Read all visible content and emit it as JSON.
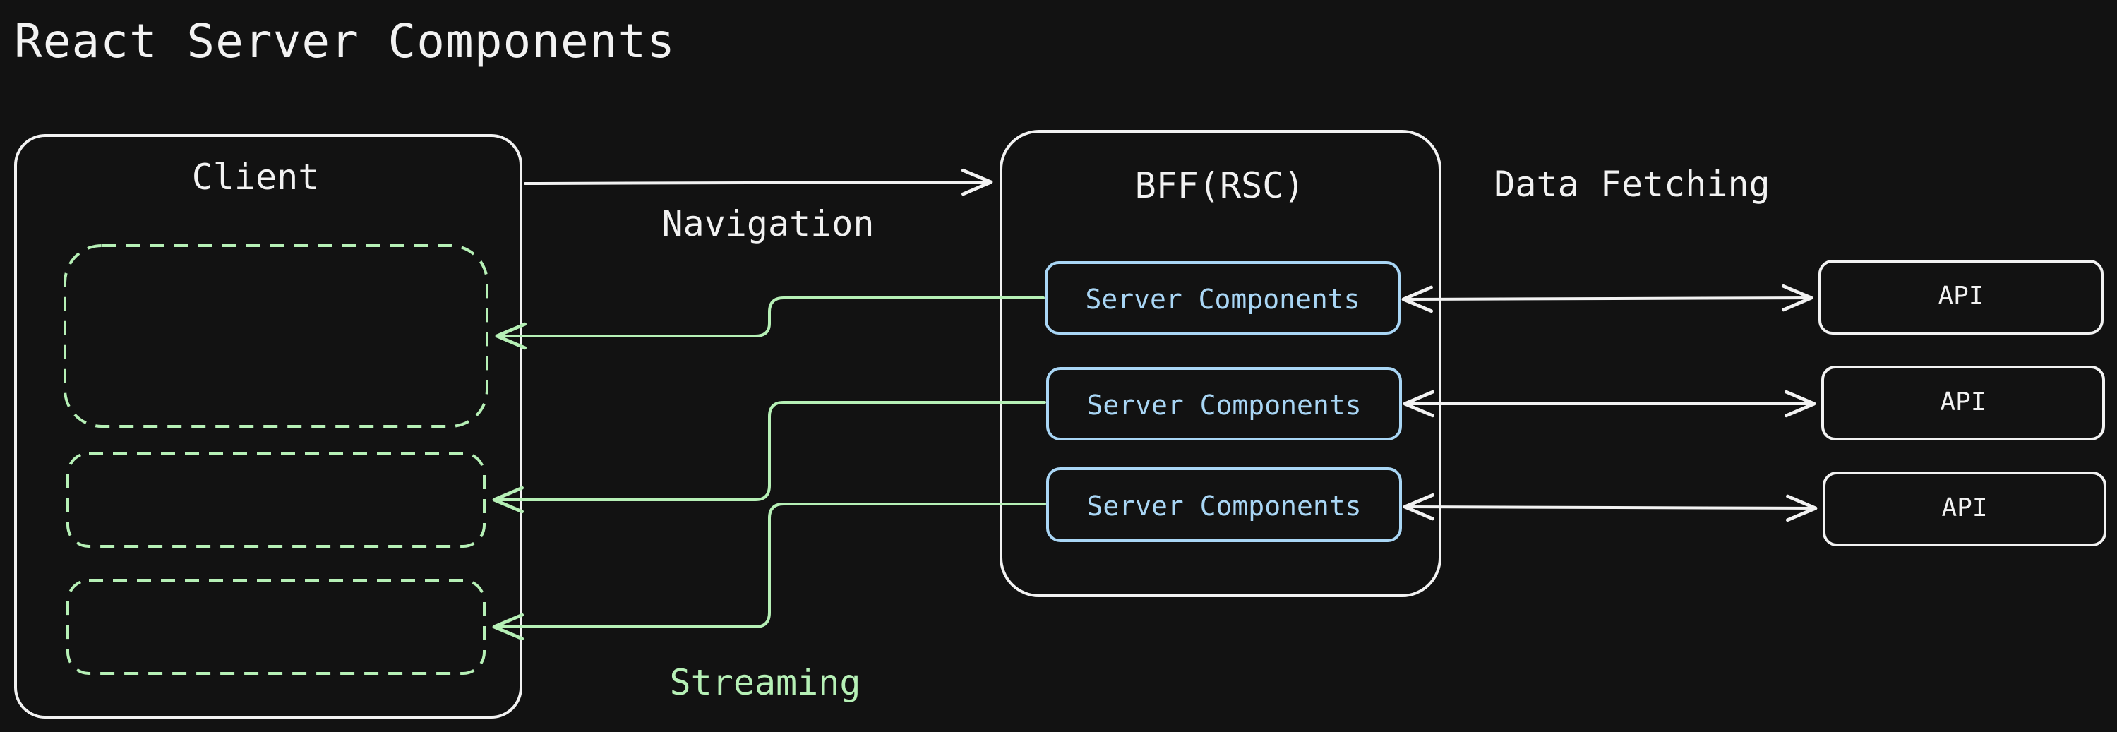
{
  "title": "React Server Components",
  "nodes": {
    "client": {
      "label": "Client"
    },
    "bff": {
      "label": "BFF(RSC)"
    },
    "server_components": [
      {
        "label": "Server Components"
      },
      {
        "label": "Server Components"
      },
      {
        "label": "Server Components"
      }
    ],
    "apis": [
      {
        "label": "API"
      },
      {
        "label": "API"
      },
      {
        "label": "API"
      }
    ]
  },
  "edges": {
    "navigation": {
      "label": "Navigation",
      "from": "Client",
      "to": "BFF(RSC)"
    },
    "streaming": {
      "label": "Streaming",
      "from": "Server Components",
      "to": "Client"
    },
    "data_fetching": {
      "label": "Data Fetching",
      "from": "Server Components",
      "to": "API"
    }
  },
  "colors": {
    "background": "#121212",
    "stroke": "#f2f2f2",
    "streaming": "#b6f0b6",
    "server_component": "#a9d6f5"
  }
}
